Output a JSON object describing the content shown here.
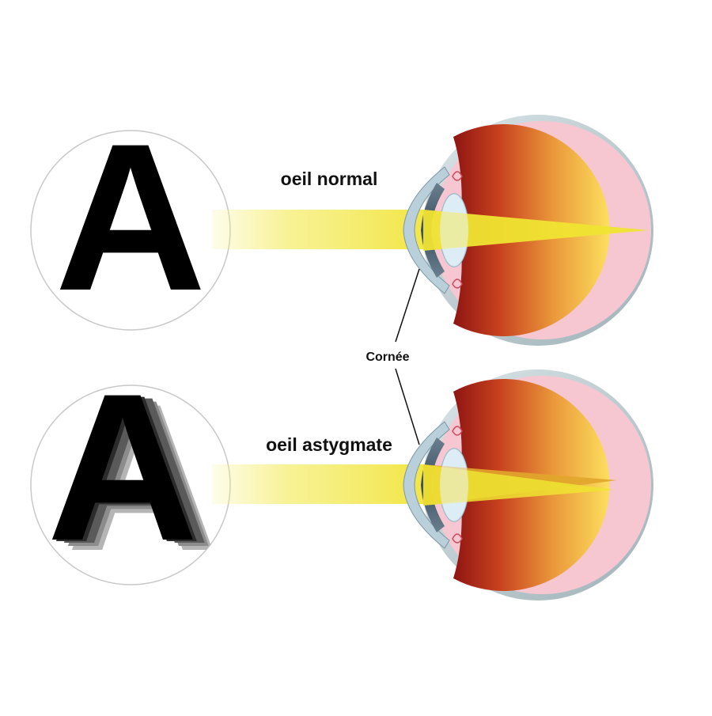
{
  "labels": {
    "normal_eye": "oeil normal",
    "astigmatic_eye": "oeil astygmate",
    "cornea": "Cornée"
  },
  "letter": "A",
  "colors": {
    "light_beam": "#f2e538",
    "lens": "#c9e3f2",
    "retina_dark": "#9a1b14",
    "retina_light": "#fbd75a",
    "sclera": "#c4d2d6",
    "pink_layer": "#f6c7d1",
    "ghost_shades": [
      "#b5b5b5",
      "#8c8c8c",
      "#5a5a5a",
      "#2c2c2c"
    ]
  }
}
